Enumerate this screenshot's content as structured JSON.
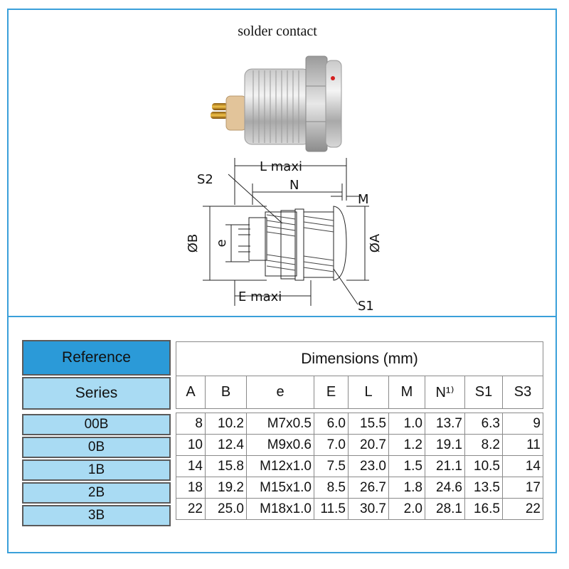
{
  "figure": {
    "caption": "solder contact",
    "labels": {
      "l_maxi": "L maxi",
      "n": "N",
      "m": "M",
      "s2": "S2",
      "phi_b": "ØB",
      "e": "e",
      "phi_a": "ØA",
      "e_maxi": "E maxi",
      "s1": "S1"
    }
  },
  "table": {
    "reference_header": "Reference",
    "series_header": "Series",
    "dimensions_header": "Dimensions (mm)",
    "columns": [
      "A",
      "B",
      "e",
      "E",
      "L",
      "M",
      "N¹⁾",
      "S1",
      "S3"
    ],
    "rows": [
      {
        "series": "00B",
        "values": [
          "8",
          "10.2",
          "M7x0.5",
          "6.0",
          "15.5",
          "1.0",
          "13.7",
          "6.3",
          "9"
        ]
      },
      {
        "series": "0B",
        "values": [
          "10",
          "12.4",
          "M9x0.6",
          "7.0",
          "20.7",
          "1.2",
          "19.1",
          "8.2",
          "11"
        ]
      },
      {
        "series": "1B",
        "values": [
          "14",
          "15.8",
          "M12x1.0",
          "7.5",
          "23.0",
          "1.5",
          "21.1",
          "10.5",
          "14"
        ]
      },
      {
        "series": "2B",
        "values": [
          "18",
          "19.2",
          "M15x1.0",
          "8.5",
          "26.7",
          "1.8",
          "24.6",
          "13.5",
          "17"
        ]
      },
      {
        "series": "3B",
        "values": [
          "22",
          "25.0",
          "M18x1.0",
          "11.5",
          "30.7",
          "2.0",
          "28.1",
          "16.5",
          "22"
        ]
      }
    ]
  },
  "colors": {
    "frame": "#3aa0da",
    "reference_fill": "#2b9ad8",
    "series_fill": "#a9dbf3"
  }
}
